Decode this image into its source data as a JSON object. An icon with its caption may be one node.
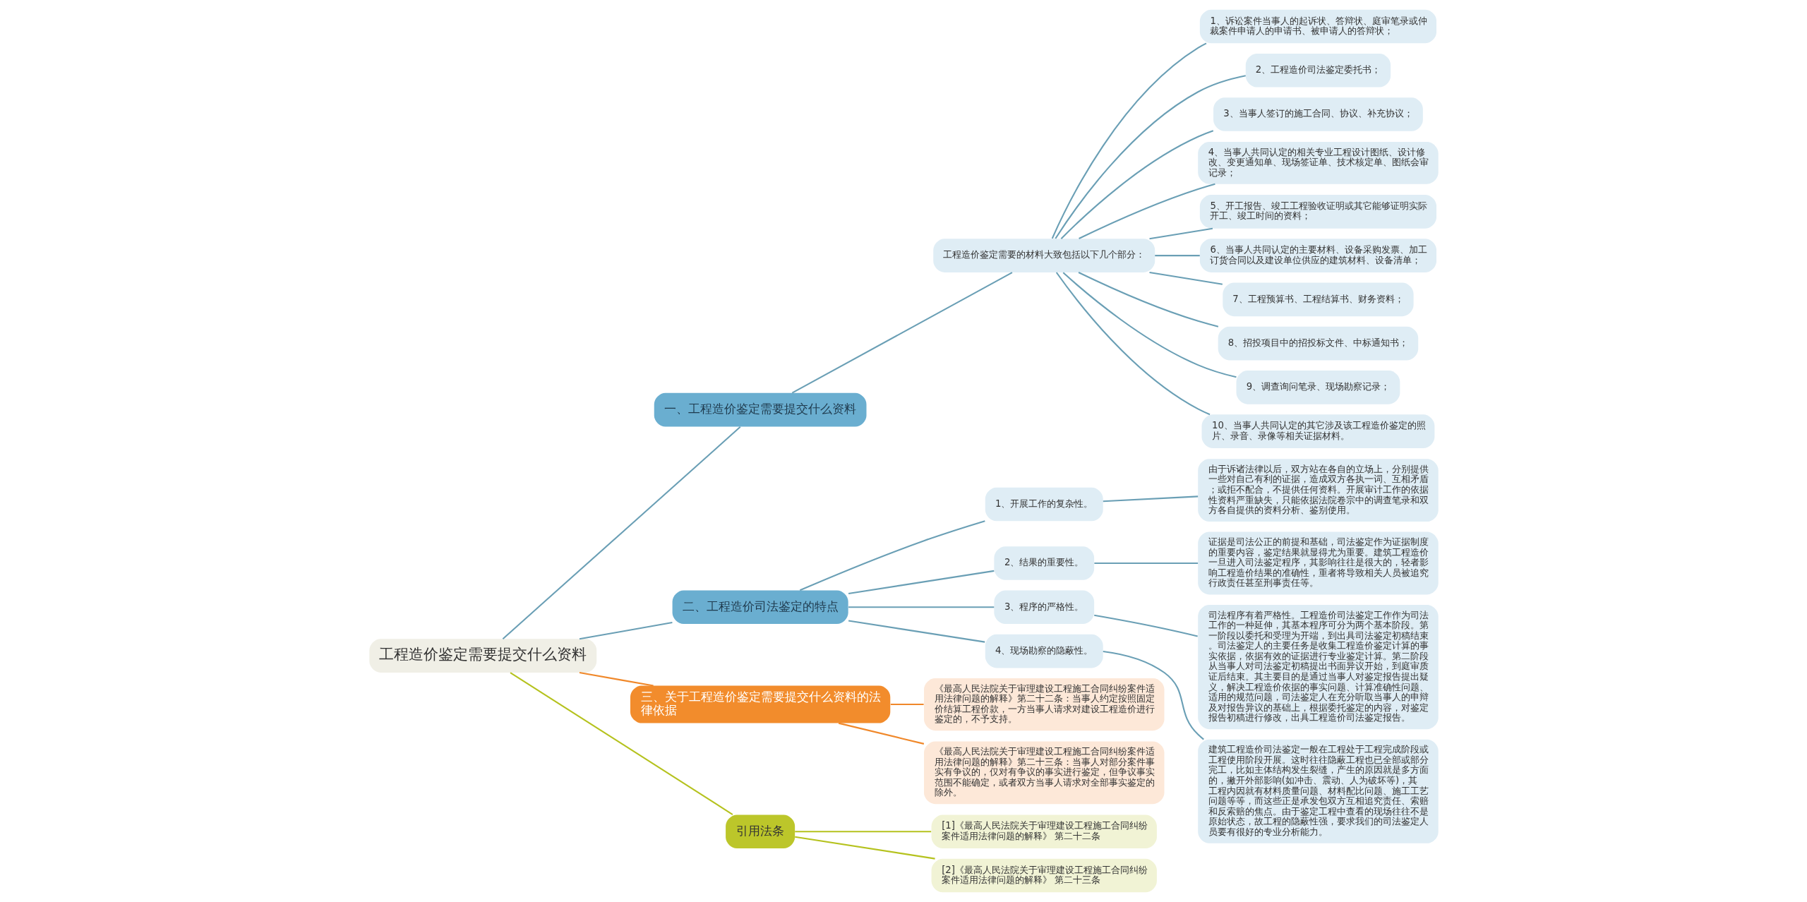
{
  "diagram": {
    "nodes": [
      {
        "text": [
          "工程造价鉴定需要提交什么资料"
        ]
      },
      {
        "text": [
          "一、工程造价鉴定需要提交什么资料"
        ]
      },
      {
        "text": [
          "工程造价鉴定需要的材料大致包括以下几个部分："
        ]
      },
      {
        "text": [
          "1、诉讼案件当事人的起诉状、答辩状、庭审笔录或仲裁案件申请人的申请书、被申请人的答辩状；"
        ]
      },
      {
        "text": [
          "2、工程造价司法鉴定委托书；"
        ]
      },
      {
        "text": [
          "3、当事人签订的施工合同、协议、补充协议；"
        ]
      },
      {
        "text": [
          "4、当事人共同认定的相关专业工程设计图纸、设计修改、变更通知单、现场签证单、技术核定单、图纸会审记录；"
        ]
      },
      {
        "text": [
          "5、开工报告、竣工工程验收证明或其它能够证明实际开工、竣工时间的资料；"
        ]
      },
      {
        "text": [
          "6、当事人共同认定的主要材料、设备采购发票、加工订货合同以及建设单位供应的建筑材料、设备清单；"
        ]
      },
      {
        "text": [
          "7、工程预算书、工程结算书、财务资料；"
        ]
      },
      {
        "text": [
          "8、招投项目中的招投标文件、中标通知书；"
        ]
      },
      {
        "text": [
          "9、调查询问笔录、现场勘察记录；"
        ]
      },
      {
        "text": [
          "10、当事人共同认定的其它涉及该工程造价鉴定的照片、录音、录像等相关证据材料。"
        ]
      },
      {
        "text": [
          "二、工程造价司法鉴定的特点"
        ]
      },
      {
        "text": [
          "1、开展工作的复杂性。"
        ]
      },
      {
        "text": [
          "由于诉诸法律以后，双方站在各自的立场上，分别提供一些对自己有利的证据，造成双方各执一词、互相矛盾；或拒不配合，不提供任何资料。开展审计工作的依据性资料严重缺失，只能依据法院卷宗中的调查笔录和双方各自提供的资料分析、鉴别使用。"
        ]
      },
      {
        "text": [
          "2、结果的重要性。"
        ]
      },
      {
        "text": [
          "证据是司法公正的前提和基础，司法鉴定作为证据制度的重要内容，鉴定结果就显得尤为重要。建筑工程造价一旦进入司法鉴定程序，其影响往往是很大的，轻者影响工程造价结果的准确性，重者将导致相关人员被追究行政责任甚至刑事责任等。"
        ]
      },
      {
        "text": [
          "3、程序的严格性。"
        ]
      },
      {
        "text": [
          "司法程序有着严格性。工程造价司法鉴定工作作为司法工作的一种延伸，其基本程序可分为两个基本阶段。第一阶段以委托和受理为开端，到出具司法鉴定初稿结束。司法鉴定人的主要任务是收集工程造价鉴定计算的事实依据，依据有效的证据进行专业鉴定计算。第二阶段从当事人对司法鉴定初稿提出书面异议开始，到庭审质证后结束。其主要目的是通过当事人对鉴定报告提出疑义，解决工程造价依据的事实问题、计算准确性问题、适用的规范问题，司法鉴定人在充分听取当事人的申辩及对报告异议的基础上，根据委托鉴定的内容，对鉴定报告初稿进行修改，出具工程造价司法鉴定报告。"
        ]
      },
      {
        "text": [
          "4、现场勘察的隐蔽性。"
        ]
      },
      {
        "text": [
          "建筑工程造价司法鉴定一般在工程处于工程完成阶段或工程使用阶段开展。这时往往隐蔽工程也已全部或部分完工，比如主体结构发生裂缝，产生的原因就是多方面的，撇开外部影响(如冲击、震动、人为破坏等)，其工程内因就有材料质量问题、材料配比问题、施工工艺问题等等，而这些正是承发包双方互相追究责任、索赔和反索赔的焦点。由于鉴定工程中查看的现场往往不是原始状态，故工程的隐蔽性强，要求我们的司法鉴定人员要有很好的专业分析能力。"
        ]
      },
      {
        "text": [
          "三、关于工程造价鉴定需要提交什么资料的法律依据"
        ]
      },
      {
        "text": [
          "《最高人民法院关于审理建设工程施工合同纠纷案件适用法律问题的解释》第二十二条：当事人约定按照固定价结算工程价款，一方当事人请求对建设工程造价进行鉴定的，不予支持。"
        ]
      },
      {
        "text": [
          "《最高人民法院关于审理建设工程施工合同纠纷案件适用法律问题的解释》第二十三条：当事人对部分案件事实有争议的，仅对有争议的事实进行鉴定，但争议事实范围不能确定，或者双方当事人请求对全部事实鉴定的除外。"
        ]
      },
      {
        "text": [
          "引用法条"
        ]
      },
      {
        "text": [
          "[1]《最高人民法院关于审理建设工程施工合同纠纷案件适用法律问题的解释》 第二十二条"
        ]
      },
      {
        "text": [
          "[2]《最高人民法院关于审理建设工程施工合同纠纷案件适用法律问题的解释》 第二十三条"
        ]
      }
    ],
    "edges": [
      {
        "from": 0,
        "to": 1,
        "arrow": "none"
      },
      {
        "from": 1,
        "to": 2,
        "arrow": "none"
      },
      {
        "from": 2,
        "to": 3,
        "arrow": "none"
      },
      {
        "from": 2,
        "to": 4,
        "arrow": "none"
      },
      {
        "from": 2,
        "to": 5,
        "arrow": "none"
      },
      {
        "from": 2,
        "to": 6,
        "arrow": "none"
      },
      {
        "from": 2,
        "to": 7,
        "arrow": "none"
      },
      {
        "from": 2,
        "to": 8,
        "arrow": "none"
      },
      {
        "from": 2,
        "to": 9,
        "arrow": "none"
      },
      {
        "from": 2,
        "to": 10,
        "arrow": "none"
      },
      {
        "from": 2,
        "to": 11,
        "arrow": "none"
      },
      {
        "from": 2,
        "to": 12,
        "arrow": "none"
      },
      {
        "from": 0,
        "to": 13,
        "arrow": "none"
      },
      {
        "from": 13,
        "to": 14,
        "arrow": "none"
      },
      {
        "from": 14,
        "to": 15,
        "arrow": "none"
      },
      {
        "from": 13,
        "to": 16,
        "arrow": "none"
      },
      {
        "from": 16,
        "to": 17,
        "arrow": "none"
      },
      {
        "from": 13,
        "to": 18,
        "arrow": "none"
      },
      {
        "from": 18,
        "to": 19,
        "arrow": "none"
      },
      {
        "from": 13,
        "to": 20,
        "arrow": "none"
      },
      {
        "from": 20,
        "to": 21,
        "arrow": "none"
      },
      {
        "from": 0,
        "to": 22,
        "arrow": "none",
        "color": "#f0882a"
      },
      {
        "from": 22,
        "to": 23,
        "arrow": "none",
        "color": "#f0882a"
      },
      {
        "from": 22,
        "to": 24,
        "arrow": "none",
        "color": "#f0882a"
      },
      {
        "from": 0,
        "to": 25,
        "arrow": "none",
        "color": "#b5c21e"
      },
      {
        "from": 25,
        "to": 26,
        "arrow": "none",
        "color": "#b5c21e"
      },
      {
        "from": 25,
        "to": 27,
        "arrow": "none",
        "color": "#b5c21e"
      }
    ]
  }
}
